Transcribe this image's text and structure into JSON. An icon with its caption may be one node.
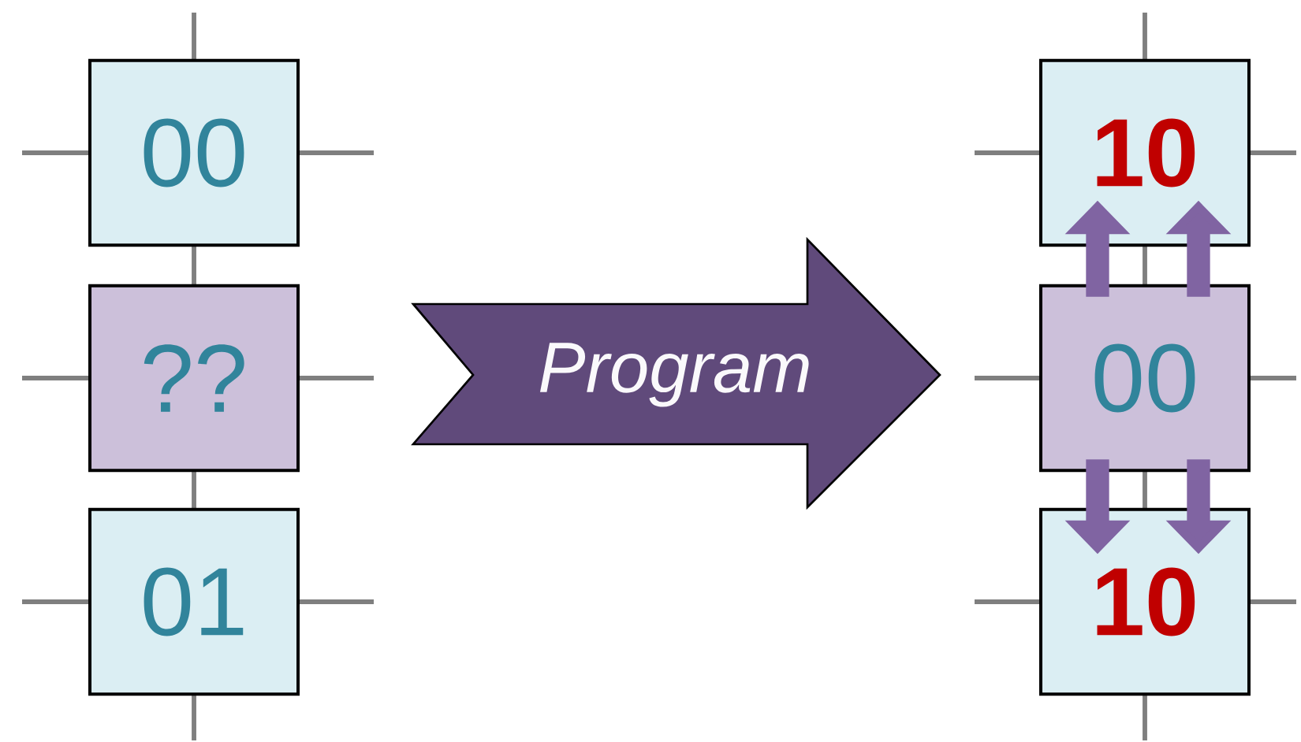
{
  "diagram": {
    "nodes": [
      {
        "text": [
          "00"
        ]
      },
      {
        "text": [
          "??"
        ]
      },
      {
        "text": [
          "01"
        ]
      },
      {
        "text": [
          "Program"
        ]
      },
      {
        "text": [
          "10"
        ]
      },
      {
        "text": [
          "00"
        ]
      },
      {
        "text": [
          "10"
        ]
      }
    ],
    "edges": [
      {
        "from": 5,
        "to": 4,
        "arrow": "to"
      },
      {
        "from": 5,
        "to": 4,
        "arrow": "to"
      },
      {
        "from": 5,
        "to": 6,
        "arrow": "to"
      },
      {
        "from": 5,
        "to": 6,
        "arrow": "to"
      }
    ]
  }
}
